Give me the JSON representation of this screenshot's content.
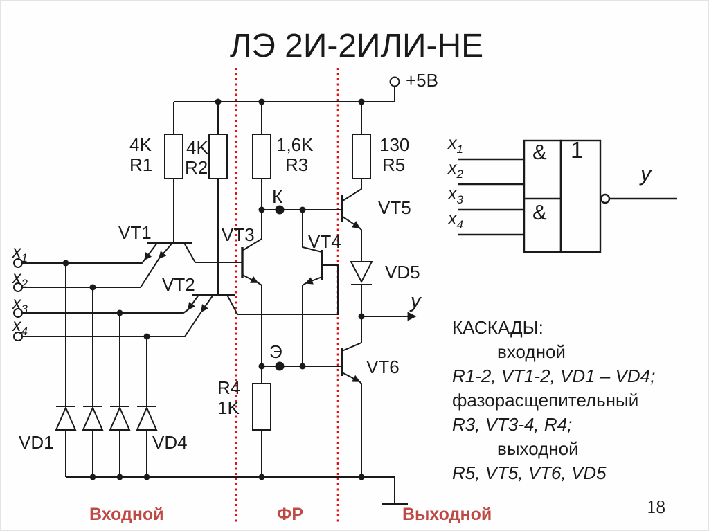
{
  "title": "ЛЭ 2И-2ИЛИ-НЕ",
  "page_number": "18",
  "colors": {
    "wire": "#1a1a1a",
    "stage_divider_red": "#e01212",
    "stage_label_red": "#bf4a45",
    "background": "#fefefe"
  },
  "power": {
    "label": "+5В"
  },
  "schematic": {
    "resistors": [
      {
        "name": "R1",
        "value": "4K"
      },
      {
        "name": "R2",
        "value": "4K"
      },
      {
        "name": "R3",
        "value": "1,6K"
      },
      {
        "name": "R4",
        "value": "1K"
      },
      {
        "name": "R5",
        "value": "130"
      }
    ],
    "transistors": [
      {
        "name": "VT1"
      },
      {
        "name": "VT2"
      },
      {
        "name": "VT3"
      },
      {
        "name": "VT4"
      },
      {
        "name": "VT5"
      },
      {
        "name": "VT6"
      }
    ],
    "diodes": [
      {
        "name": "VD1"
      },
      {
        "name": "VD4"
      },
      {
        "name": "VD5"
      }
    ],
    "node_labels": {
      "collector": "К",
      "emitter": "Э"
    },
    "inputs": [
      {
        "base": "x",
        "sub": "1"
      },
      {
        "base": "x",
        "sub": "2"
      },
      {
        "base": "x",
        "sub": "3"
      },
      {
        "base": "x",
        "sub": "4"
      }
    ],
    "output_label": "y"
  },
  "logic_symbol": {
    "and_label": "&",
    "or_label": "1",
    "output_label": "y",
    "inputs": [
      {
        "base": "x",
        "sub": "1"
      },
      {
        "base": "x",
        "sub": "2"
      },
      {
        "base": "x",
        "sub": "3"
      },
      {
        "base": "x",
        "sub": "4"
      }
    ]
  },
  "caption": {
    "lines": [
      "КАСКАДЫ:",
      "входной",
      "R1-2, VT1-2, VD1 – VD4;",
      "фазорасщепительный",
      "R3, VT3-4, R4;",
      "выходной",
      "R5, VT5, VT6, VD5"
    ]
  },
  "stages": [
    {
      "label": "Входной"
    },
    {
      "label": "ФР"
    },
    {
      "label": "Выходной"
    }
  ]
}
